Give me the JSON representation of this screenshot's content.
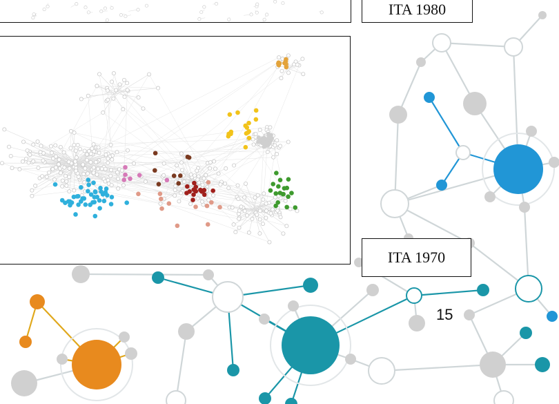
{
  "labels": {
    "upper": "ITA 1980",
    "lower": "ITA 1970"
  },
  "page_number": "15",
  "colors": {
    "teal": "#1a96a8",
    "blue": "#2196d6",
    "orange": "#e88a1e",
    "gold": "#e0a81c",
    "grey_node": "#d0d0d0",
    "edge": "#cfd6d8",
    "net_grey": "#c8c8c8",
    "net_cyan": "#2fb0dc",
    "net_red": "#a0201c",
    "net_yellow": "#f2c31a",
    "net_green": "#3e9a2e",
    "net_pink": "#d67ab8",
    "net_brown": "#7a3a20",
    "net_salmon": "#e09a88"
  }
}
